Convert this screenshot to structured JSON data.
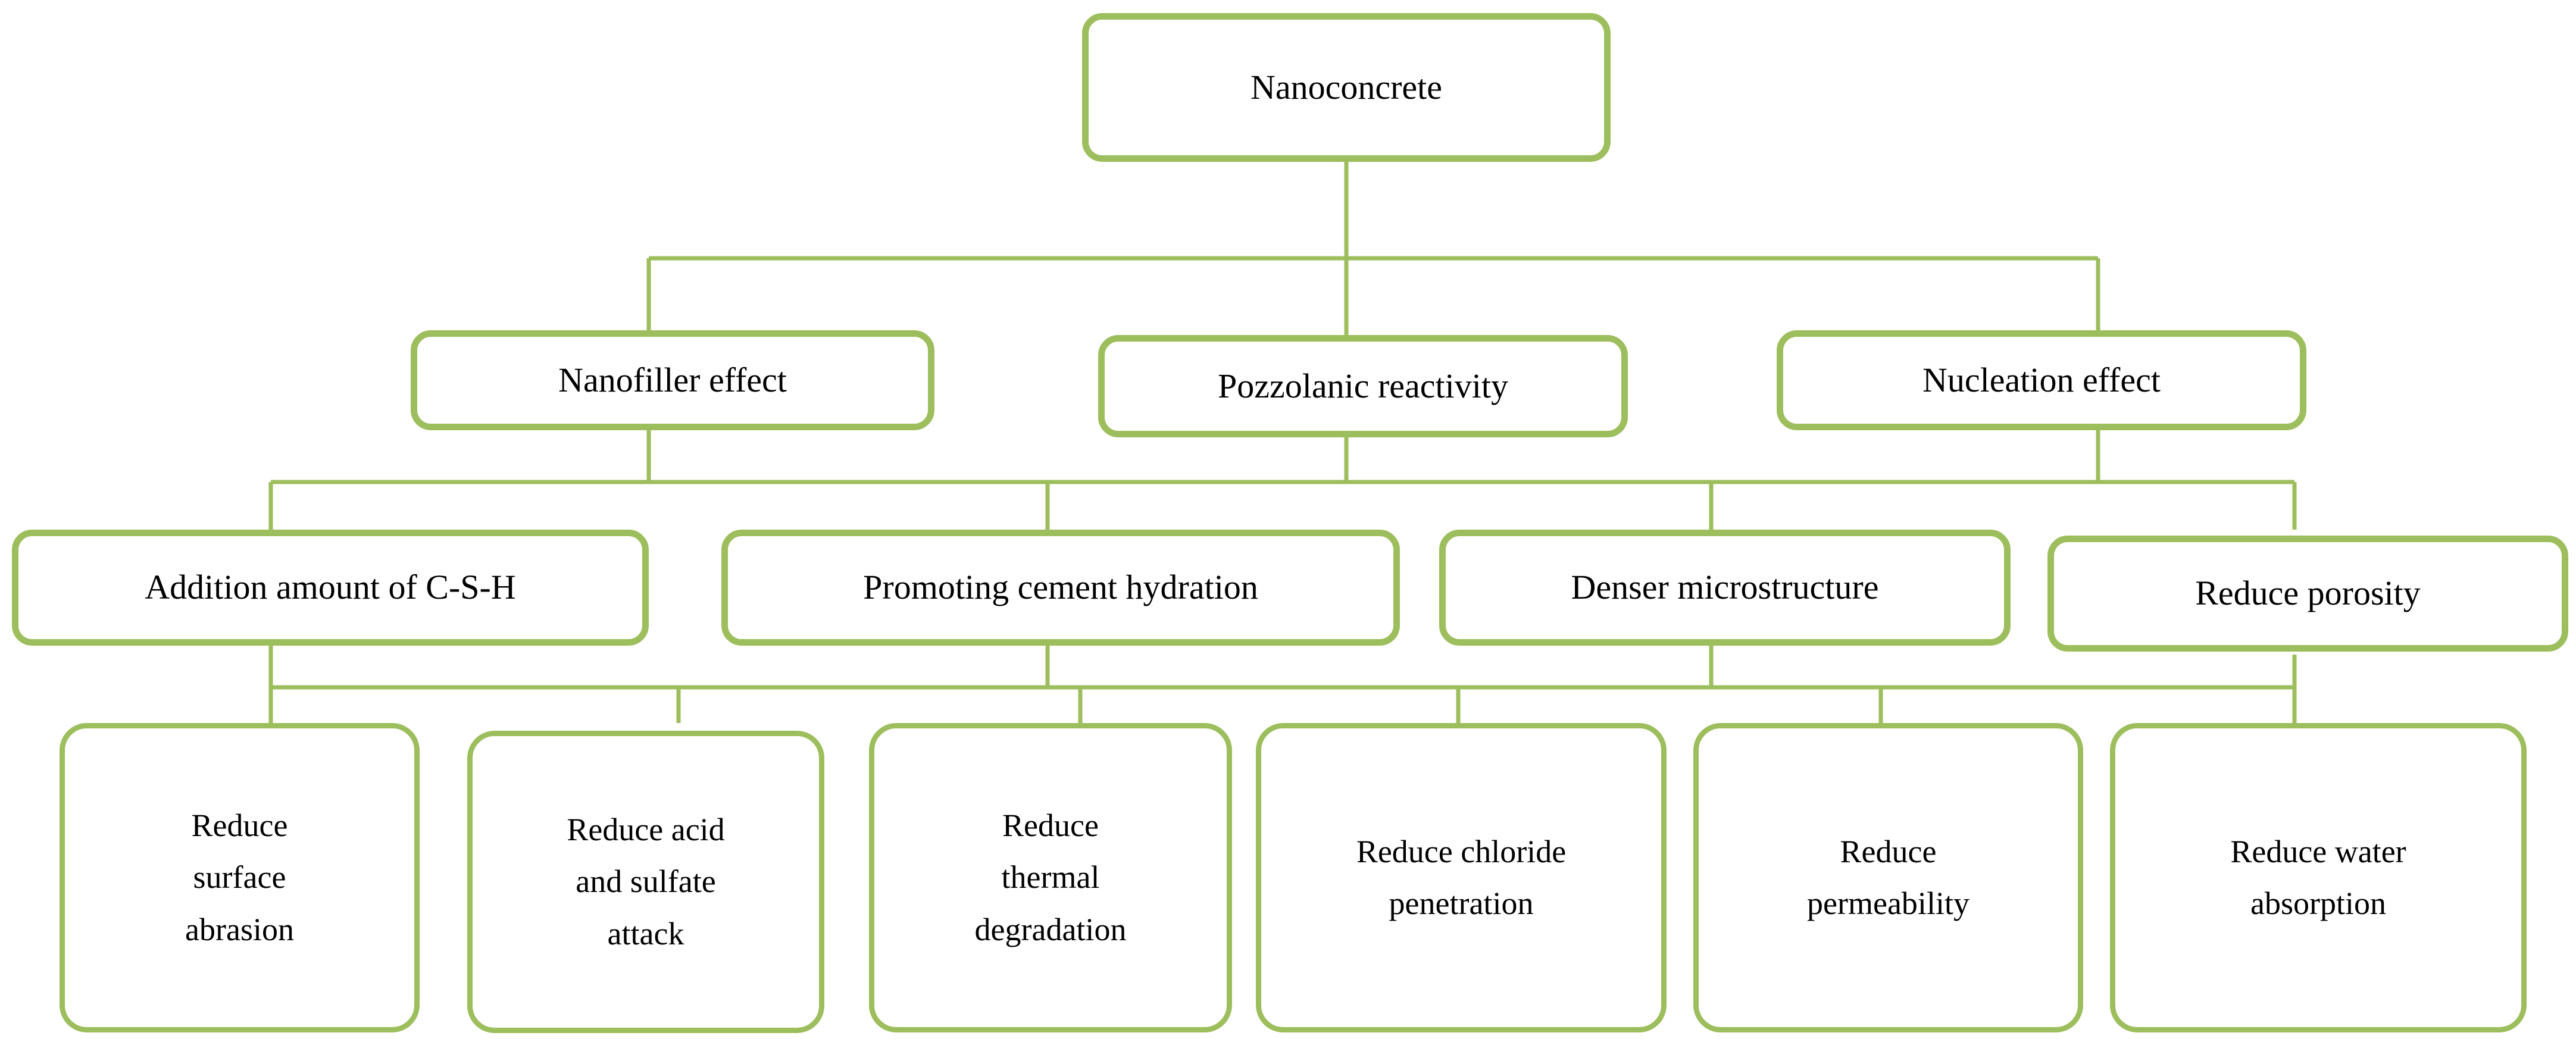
{
  "diagram": {
    "title": "Nanoconcrete mechanism and durability benefits flowchart",
    "accent_color": "#9DBE5C",
    "text_color": "#000000",
    "background_color": "#FFFFFF",
    "levels": [
      {
        "name": "root",
        "nodes": [
          {
            "id": "nanoconcrete",
            "label": "Nanoconcrete"
          }
        ]
      },
      {
        "name": "branches",
        "nodes": [
          {
            "id": "nanofiller-effect",
            "label": "Nanofiller effect"
          },
          {
            "id": "pozzolanic-reactivity",
            "label": "Pozzolanic reactivity"
          },
          {
            "id": "nucleation-effect",
            "label": "Nucleation effect"
          }
        ]
      },
      {
        "name": "mechanisms",
        "nodes": [
          {
            "id": "addition-amount-of-csh",
            "label": "Addition amount of C-S-H"
          },
          {
            "id": "promoting-cement-hydration",
            "label": "Promoting cement hydration"
          },
          {
            "id": "denser-microstructure",
            "label": "Denser microstructure"
          },
          {
            "id": "reduce-porosity",
            "label": "Reduce porosity"
          }
        ]
      },
      {
        "name": "outcomes",
        "nodes": [
          {
            "id": "reduce-surface-abrasion",
            "label": "Reduce\nsurface\nabrasion"
          },
          {
            "id": "reduce-acid-and-sulfate-attack",
            "label": "Reduce acid\nand sulfate\nattack"
          },
          {
            "id": "reduce-thermal-degradation",
            "label": "Reduce\nthermal\ndegradation"
          },
          {
            "id": "reduce-chloride-penetration",
            "label": "Reduce chloride\npenetration"
          },
          {
            "id": "reduce-permeability",
            "label": "Reduce\npermeability"
          },
          {
            "id": "reduce-water-absorption",
            "label": "Reduce water\nabsorption"
          }
        ]
      }
    ]
  }
}
